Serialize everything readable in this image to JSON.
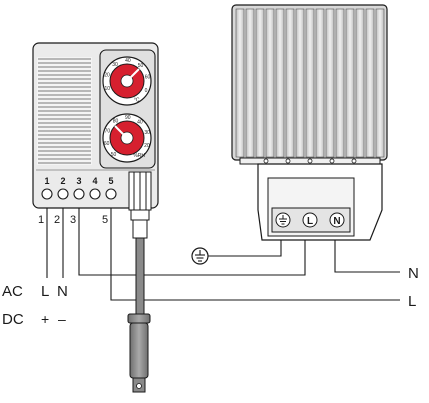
{
  "thermostat": {
    "dial_top": {
      "scale": [
        "10",
        "20",
        "30",
        "40",
        "50",
        "60",
        "0",
        "°C"
      ]
    },
    "dial_bottom": {
      "scale": [
        "50",
        "60",
        "70",
        "80",
        "90",
        "40",
        "30",
        "20",
        "%RH"
      ]
    },
    "terminal_numbers": [
      "1",
      "2",
      "3",
      "4",
      "5"
    ],
    "wire_numbers": [
      "1",
      "2",
      "3",
      "5"
    ]
  },
  "heater": {
    "terminal_symbols": [
      "earth-icon",
      "L",
      "N"
    ]
  },
  "lines": {
    "n_label": "N",
    "l_label": "L"
  },
  "supply": {
    "ac_label": "AC",
    "ac_l": "L",
    "ac_n": "N",
    "dc_label": "DC",
    "dc_plus": "+",
    "dc_minus": "–"
  },
  "colors": {
    "housing": "#e6e6e6",
    "dial_red": "#d6202f",
    "outline": "#1a1a1a",
    "cable": "#8a8a8a"
  }
}
